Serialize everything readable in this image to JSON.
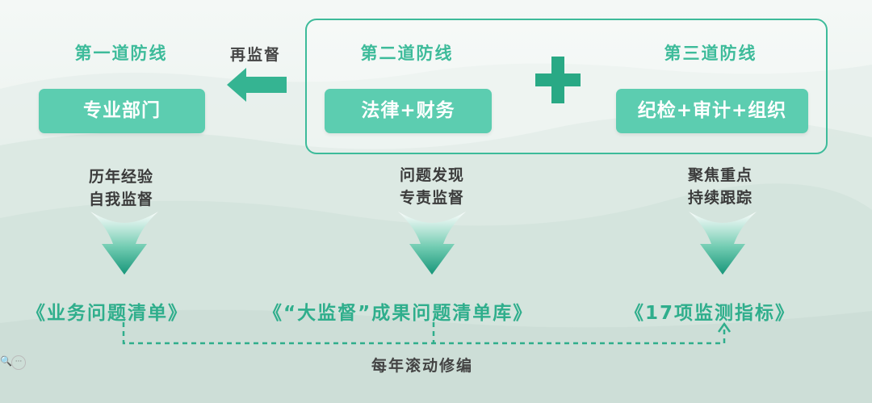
{
  "lines": [
    {
      "title": "第一道防线",
      "department": "专业部门",
      "method_1": "历年经验",
      "method_2": "自我监督",
      "output": "《业务问题清单》"
    },
    {
      "title": "第二道防线",
      "department": "法律+财务",
      "method_1": "问题发现",
      "method_2": "专责监督",
      "output": "《“大监督”成果问题清单库》"
    },
    {
      "title": "第三道防线",
      "department": "纪检+审计+组织",
      "method_1": "聚焦重点",
      "method_2": "持续跟踪",
      "output": "《17项监测指标》"
    }
  ],
  "re_supervise_label": "再监督",
  "annual_update_label": "每年滚动修编",
  "colors": {
    "accent": "#3dbb9a",
    "pill": "#5ccdb0",
    "arrow_dark": "#17967a"
  },
  "icons": {
    "plus": "plus-icon",
    "left_arrow": "arrow-left-icon",
    "down_arrow": "arrow-down-icon"
  }
}
